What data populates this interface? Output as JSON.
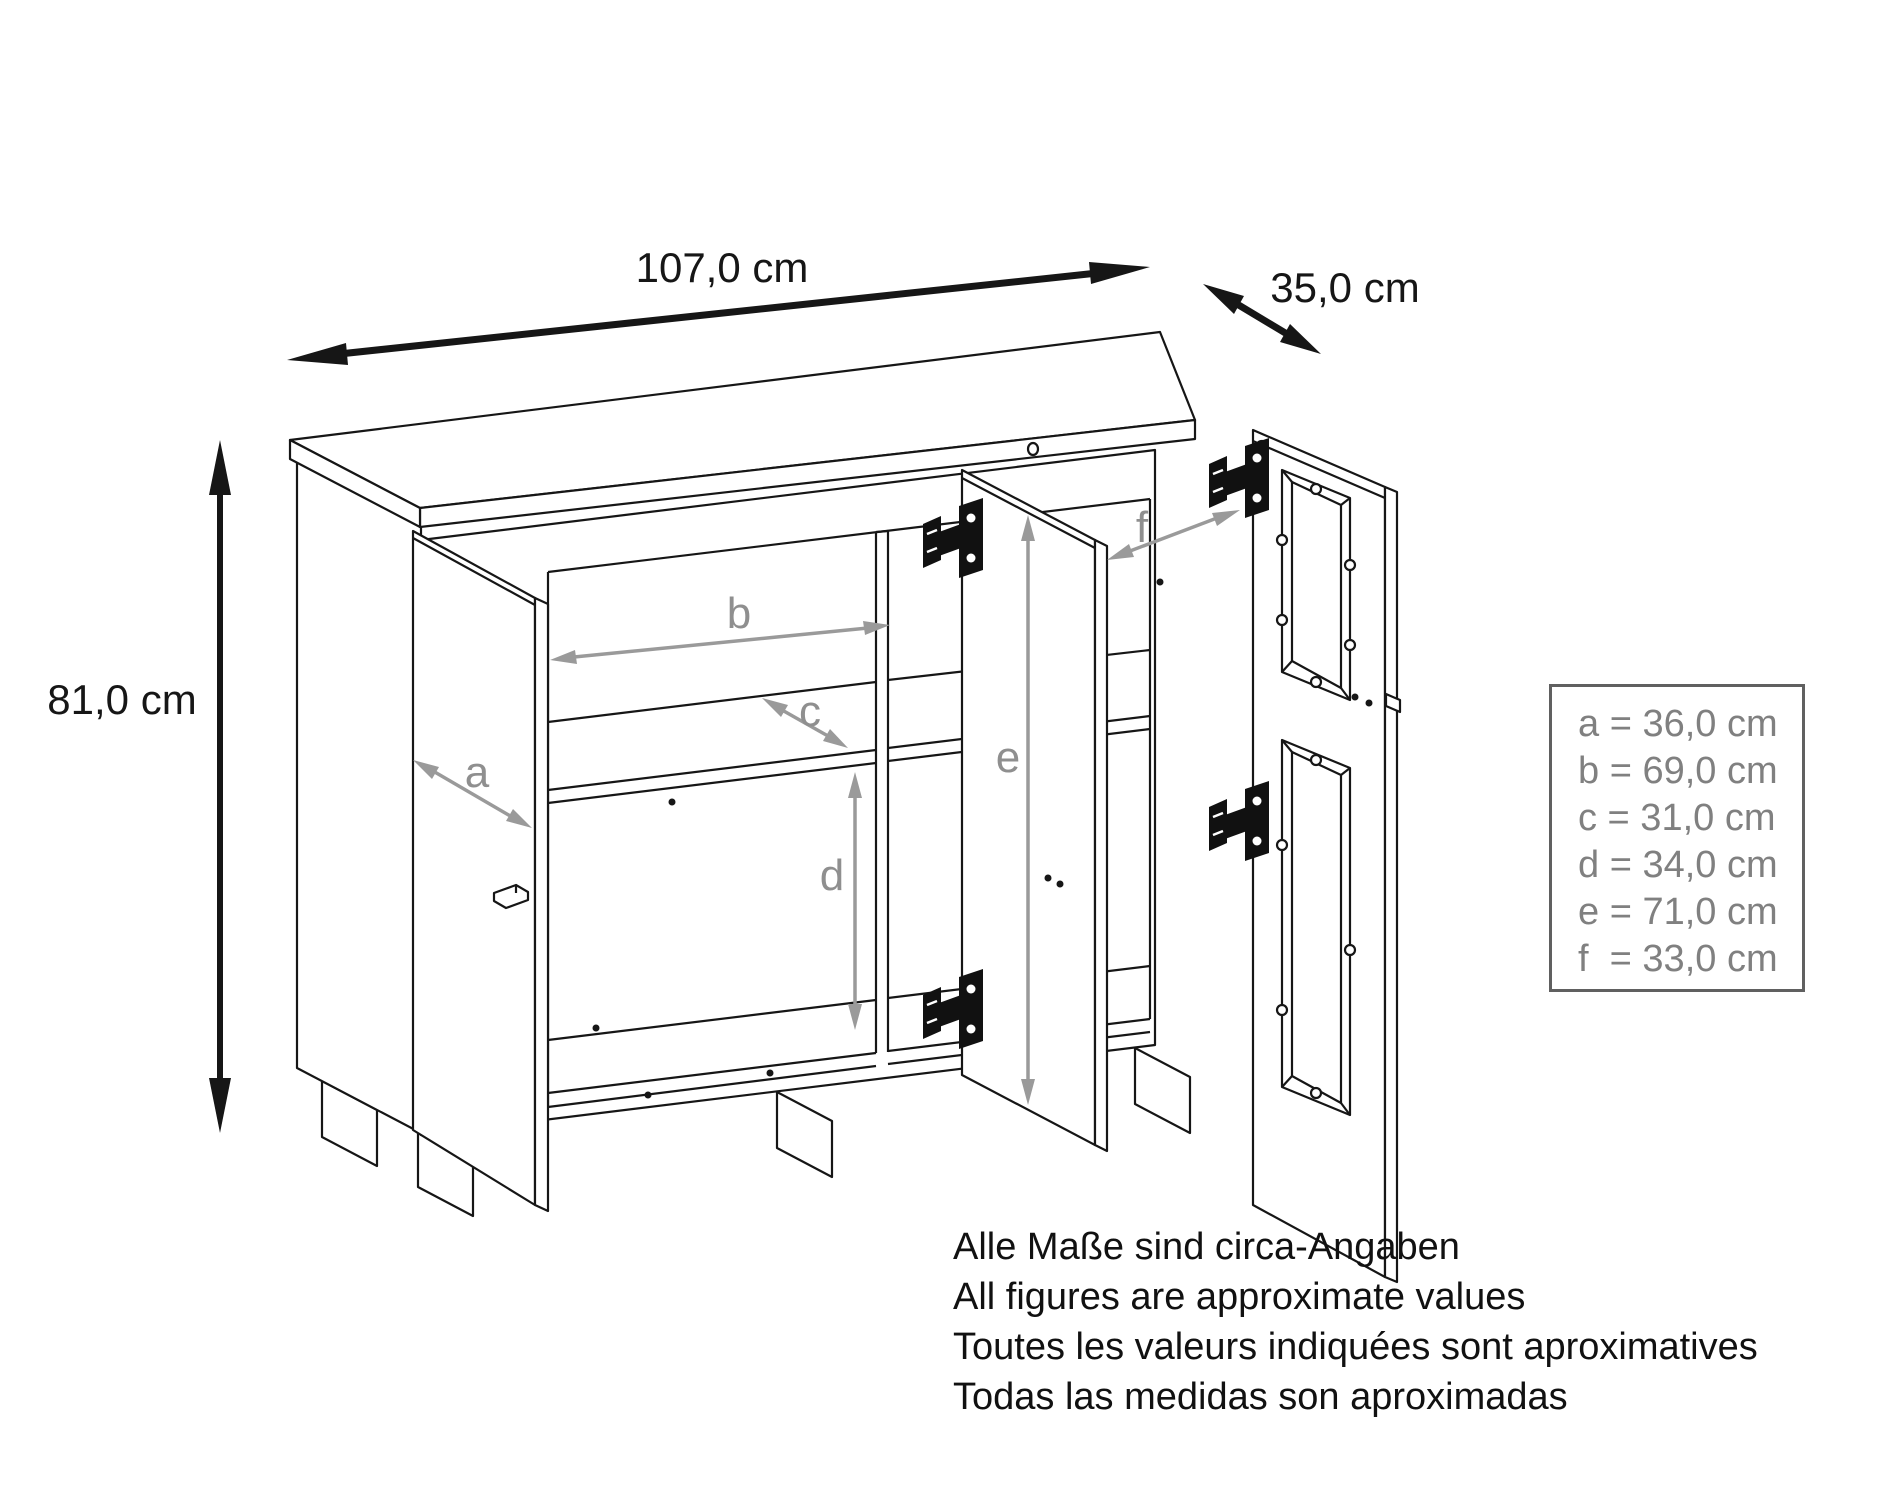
{
  "diagram": {
    "type": "furniture-dimension-drawing",
    "subject": "sideboard with three open doors, shelves and glass-panel door",
    "overall_dimensions": {
      "width_label": "107,0 cm",
      "depth_label": "35,0 cm",
      "height_label": "81,0 cm"
    },
    "part_labels": {
      "a": "a",
      "b": "b",
      "c": "c",
      "d": "d",
      "e": "e",
      "f": "f"
    },
    "legend": {
      "rows": [
        "a = 36,0 cm",
        "b = 69,0 cm",
        "c = 31,0 cm",
        "d = 34,0 cm",
        "e = 71,0 cm",
        "f  = 33,0 cm"
      ]
    },
    "notes": [
      "Alle Maße sind circa-Angaben",
      "All figures are approximate values",
      "Toutes les valeurs indiquées sont aproximatives",
      "Todas las medidas son aproximadas"
    ],
    "colors": {
      "line": "#161616",
      "dimension_text": "#161616",
      "part_label_gray": "#8f8f8f",
      "legend_text": "#808080",
      "background": "#ffffff"
    }
  }
}
